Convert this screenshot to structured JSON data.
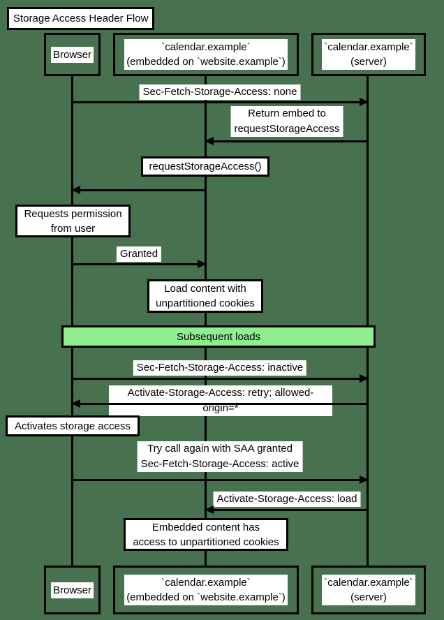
{
  "title": "Storage Access Header Flow",
  "colors": {
    "background": "#48714F",
    "divider_fill": "#90EE90",
    "line": "#000000",
    "note_fill": "#FFFFFF",
    "text": "#000000"
  },
  "actors": {
    "browser": {
      "label": "Browser"
    },
    "embed": {
      "label": "`calendar.example`\n(embedded on `website.example`)"
    },
    "server": {
      "label": "`calendar.example`\n(server)"
    }
  },
  "messages": [
    {
      "from": "browser",
      "to": "server",
      "label": "Sec-Fetch-Storage-Access: none"
    },
    {
      "from": "server",
      "to": "embed",
      "label": "Return embed to\nrequestStorageAccess"
    },
    {
      "from": "embed",
      "to": "browser",
      "label": "requestStorageAccess()"
    },
    {
      "from": "browser",
      "to": "embed",
      "label": "Granted"
    },
    {
      "from": "browser",
      "to": "server",
      "label": "Sec-Fetch-Storage-Access: inactive"
    },
    {
      "from": "server",
      "to": "browser",
      "label": "Activate-Storage-Access: retry; allowed-origin=*"
    },
    {
      "from": "browser",
      "to": "server",
      "label": "Try call again with SAA granted\nSec-Fetch-Storage-Access: active"
    },
    {
      "from": "server",
      "to": "embed",
      "label": "Activate-Storage-Access: load"
    }
  ],
  "notes": [
    {
      "on": "browser",
      "label": "Requests permission\nfrom user"
    },
    {
      "on": "embed",
      "label": "Load content with\nunpartitioned cookies"
    },
    {
      "on": "browser",
      "label": "Activates storage access"
    },
    {
      "on": "embed",
      "label": "Embedded content has\naccess to unpartitioned cookies"
    }
  ],
  "divider": {
    "label": "Subsequent loads"
  }
}
